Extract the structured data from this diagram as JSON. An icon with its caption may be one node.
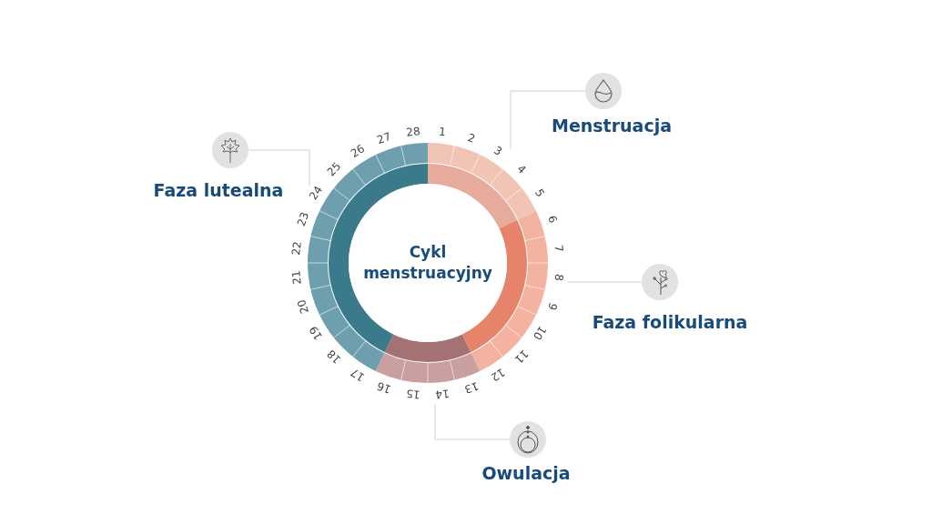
{
  "diagram": {
    "nodes": [
      {
        "text": [
          "Cykl menstruacyjny"
        ]
      },
      {
        "text": [
          "Menstruacja"
        ]
      },
      {
        "text": [
          "Faza lutealna"
        ]
      },
      {
        "text": [
          "Faza folikularna"
        ]
      },
      {
        "text": [
          "Owulacja"
        ]
      },
      {
        "text": [],
        "shape": "circle"
      },
      {
        "text": [],
        "shape": "circle"
      },
      {
        "text": [],
        "shape": "circle"
      },
      {
        "text": [],
        "shape": "circle"
      },
      {
        "text": [],
        "shape": "arc"
      },
      {
        "text": [],
        "shape": "arc"
      },
      {
        "text": [],
        "shape": "arc"
      },
      {
        "text": [],
        "shape": "arc"
      }
    ],
    "edges": [
      {
        "from": 5,
        "to": 9,
        "arrow": "none"
      },
      {
        "from": 6,
        "to": 12,
        "arrow": "none"
      },
      {
        "from": 7,
        "to": 10,
        "arrow": "none"
      },
      {
        "from": 8,
        "to": 11,
        "arrow": "none"
      }
    ],
    "labels": [
      "1",
      "2",
      "3",
      "4",
      "5",
      "6",
      "7",
      "8",
      "9",
      "10",
      "11",
      "12",
      "13",
      "14",
      "15",
      "16",
      "17",
      "18",
      "19",
      "20",
      "21",
      "22",
      "23",
      "24",
      "25",
      "26",
      "27",
      "28"
    ]
  }
}
